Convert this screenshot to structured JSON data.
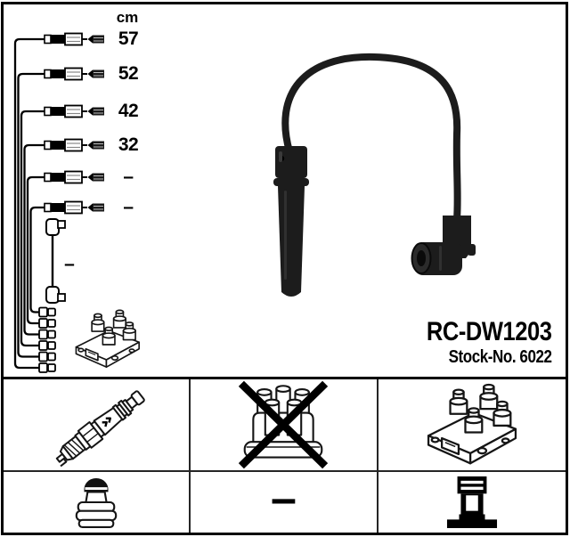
{
  "colors": {
    "ink": "#000000",
    "paper": "#ffffff"
  },
  "diagram": {
    "unit_label": "cm",
    "cables": [
      {
        "length": "57"
      },
      {
        "length": "52"
      },
      {
        "length": "42"
      },
      {
        "length": "32"
      },
      {
        "length": "–"
      },
      {
        "length": "–"
      }
    ],
    "coil_cable": {
      "length": "–"
    }
  },
  "product": {
    "part_number": "RC-DW1203",
    "stock_no": "Stock-No. 6022"
  },
  "legend": {
    "dash_label": "–",
    "icons": {
      "row1": [
        "spark-plug",
        "distributor-cap-crossed-out",
        "ignition-coil-pack"
      ],
      "row2": [
        "spark-plug-terminal-nut",
        "dash",
        "coil-tower-connector"
      ]
    }
  }
}
